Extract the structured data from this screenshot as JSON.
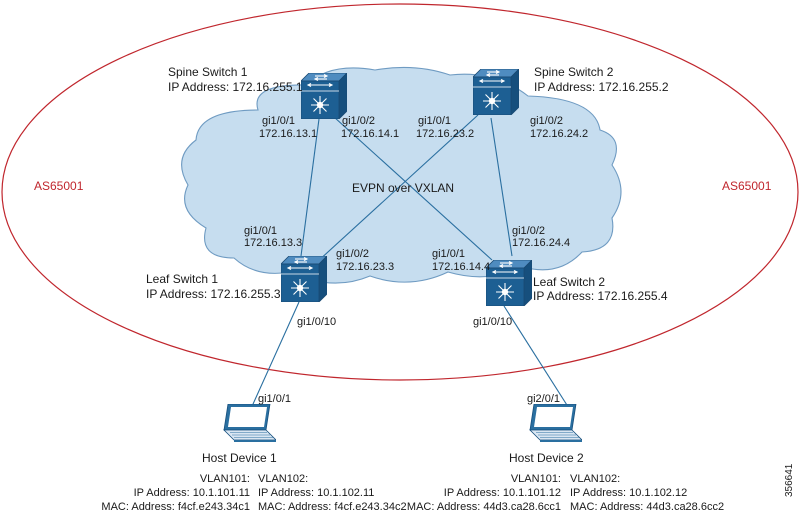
{
  "as_label_left": "AS65001",
  "as_label_right": "AS65001",
  "cloud_label": "EVPN over VXLAN",
  "figure_number": "356641",
  "colors": {
    "as_ellipse": "#c0262d",
    "cloud_fill": "#c6ddef",
    "cloud_stroke": "#6f9bc2",
    "switch_dark": "#1d5f93",
    "switch_light": "#4f8cc0",
    "link": "#2a6fa0"
  },
  "spine1": {
    "name": "Spine Switch 1",
    "ip": "IP Address: 172.16.255.1",
    "if_a": "gi1/0/1",
    "if_a_ip": "172.16.13.1",
    "if_b": "gi1/0/2",
    "if_b_ip": "172.16.14.1"
  },
  "spine2": {
    "name": "Spine Switch 2",
    "ip": "IP Address: 172.16.255.2",
    "if_a": "gi1/0/1",
    "if_a_ip": "172.16.23.2",
    "if_b": "gi1/0/2",
    "if_b_ip": "172.16.24.2"
  },
  "leaf1": {
    "name": "Leaf Switch 1",
    "ip": "IP Address: 172.16.255.3",
    "if_a": "gi1/0/1",
    "if_a_ip": "172.16.13.3",
    "if_b": "gi1/0/2",
    "if_b_ip": "172.16.23.3",
    "host_if": "gi1/0/10"
  },
  "leaf2": {
    "name": "Leaf Switch 2",
    "ip": "IP Address: 172.16.255.4",
    "if_a": "gi1/0/1",
    "if_a_ip": "172.16.14.4",
    "if_b": "gi1/0/2",
    "if_b_ip": "172.16.24.4",
    "host_if": "gi1/0/10"
  },
  "host1": {
    "name": "Host Device 1",
    "port": "gi1/0/1",
    "vlan_a": {
      "title": "VLAN101:",
      "ip": "IP Address: 10.1.101.11",
      "mac": "MAC: Address: f4cf.e243.34c1"
    },
    "vlan_b": {
      "title": "VLAN102:",
      "ip": "IP Address: 10.1.102.11",
      "mac": "MAC: Address: f4cf.e243.34c2"
    }
  },
  "host2": {
    "name": "Host Device 2",
    "port": "gi2/0/1",
    "vlan_a": {
      "title": "VLAN101:",
      "ip": "IP Address: 10.1.101.12",
      "mac": "MAC: Address: 44d3.ca28.6cc1"
    },
    "vlan_b": {
      "title": "VLAN102:",
      "ip": "IP Address: 10.1.102.12",
      "mac": "MAC: Address: 44d3.ca28.6cc2"
    }
  }
}
